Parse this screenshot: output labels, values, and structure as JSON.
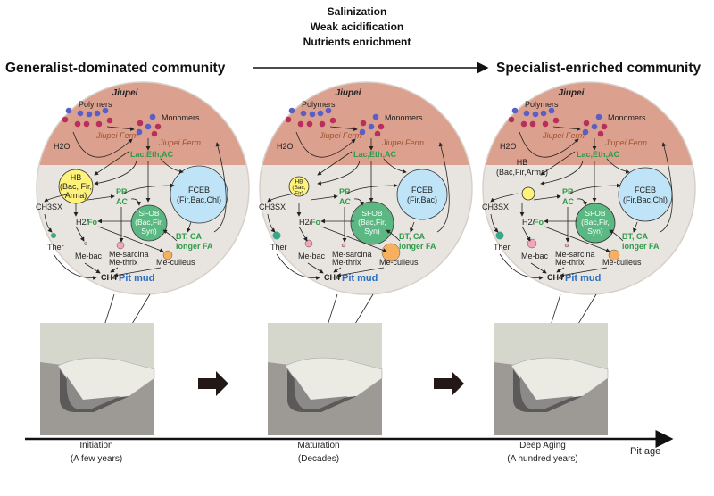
{
  "header": {
    "left_title": "Generalist-dominated community",
    "right_title": "Specialist-enriched community",
    "drivers": [
      "Salinization",
      "Weak acidification",
      "Nutrients enrichment"
    ]
  },
  "colors": {
    "jiupei_layer": "#dba08e",
    "pit_mud_layer": "#e8e4df",
    "hb": "#fff27a",
    "fceb": "#bfe4f7",
    "sfob": "#5cb883",
    "green_text": "#2e9a4a",
    "ferm_text": "#a0522d",
    "pit_mud_text": "#2a6ec0",
    "me_sarcina": "#f2a6b8",
    "me_culleus": "#f6b060",
    "ther": "#3aa68a",
    "polymer_blue": "#5a5fc8",
    "polymer_red": "#b8305a"
  },
  "panels": [
    {
      "jiupei": "Jiupei",
      "polymers": "Polymers",
      "monomers": "Monomers",
      "ferm1": "Jiupei Ferm",
      "ferm2": "Jiupei Ferm",
      "h2o": "H2O",
      "lac": "Lac,Eth,AC",
      "hb": [
        "HB",
        "(Bac, Fir,",
        "Arma)"
      ],
      "fceb": [
        "FCEB",
        "(Fir,Bac,Chl)"
      ],
      "sfob": [
        "SFOB",
        "(Bac,Fir,",
        "Syn)"
      ],
      "pr": "PR",
      "ac": "AC",
      "ch3sx": "CH3SX",
      "h2": "H2/",
      "fo": "Fo",
      "bt": "BT, CA",
      "fa": "longer FA",
      "ther": "Ther",
      "mebac": "Me-bac",
      "mesarcina": [
        "Me-sarcina",
        "Me-thrix"
      ],
      "meculleus": "Me-culleus",
      "ch4": "CH4",
      "pitmud": "Pit mud",
      "stage": "Initiation",
      "age": "(A few years)"
    },
    {
      "jiupei": "Jiupei",
      "polymers": "Polymers",
      "monomers": "Monomers",
      "ferm1": "Jiupei Ferm",
      "ferm2": "Jiupei Ferm",
      "h2o": "H2O",
      "lac": "Lac,Eth,AC",
      "hb": [
        "HB",
        "(Bac,",
        "Fir)"
      ],
      "fceb": [
        "FCEB",
        "(Fir,Bac)"
      ],
      "sfob": [
        "SFOB",
        "(Bac,Fir,",
        "Syn)"
      ],
      "pr": "PR",
      "ac": "AC",
      "ch3sx": "CH3SX",
      "h2": "H2/",
      "fo": "Fo",
      "bt": "BT, CA",
      "fa": "longer FA",
      "ther": "Ther",
      "mebac": "Me-bac",
      "mesarcina": [
        "Me-sarcina",
        "Me-thrix"
      ],
      "meculleus": "Me-culleus",
      "ch4": "CH4",
      "pitmud": "Pit mud",
      "stage": "Maturation",
      "age": "(Decades)"
    },
    {
      "jiupei": "Jiupei",
      "polymers": "Polymers",
      "monomers": "Monomers",
      "ferm1": "Jiupei Ferm",
      "ferm2": "Jiupei Ferm",
      "h2o": "H2O",
      "lac": "Lac,Eth,AC",
      "hb": [
        "HB",
        "(Bac,Fir,Arma)"
      ],
      "fceb": [
        "FCEB",
        "(Fir,Bac,Chl)"
      ],
      "sfob": [
        "SFOB",
        "(Bac,Fir,",
        "Syn)"
      ],
      "pr": "PR",
      "ac": "AC",
      "ch3sx": "CH3SX",
      "h2": "H2/",
      "fo": "Fo",
      "bt": "BT, CA",
      "fa": "longer FA",
      "ther": "Ther",
      "mebac": "Me-bac",
      "mesarcina": [
        "Me-sarcina",
        "Me-thrix"
      ],
      "meculleus": "Me-culleus",
      "ch4": "CH4",
      "pitmud": "Pit mud",
      "stage": "Deep Aging",
      "age": "(A hundred years)"
    }
  ],
  "axis_label": "Pit age"
}
